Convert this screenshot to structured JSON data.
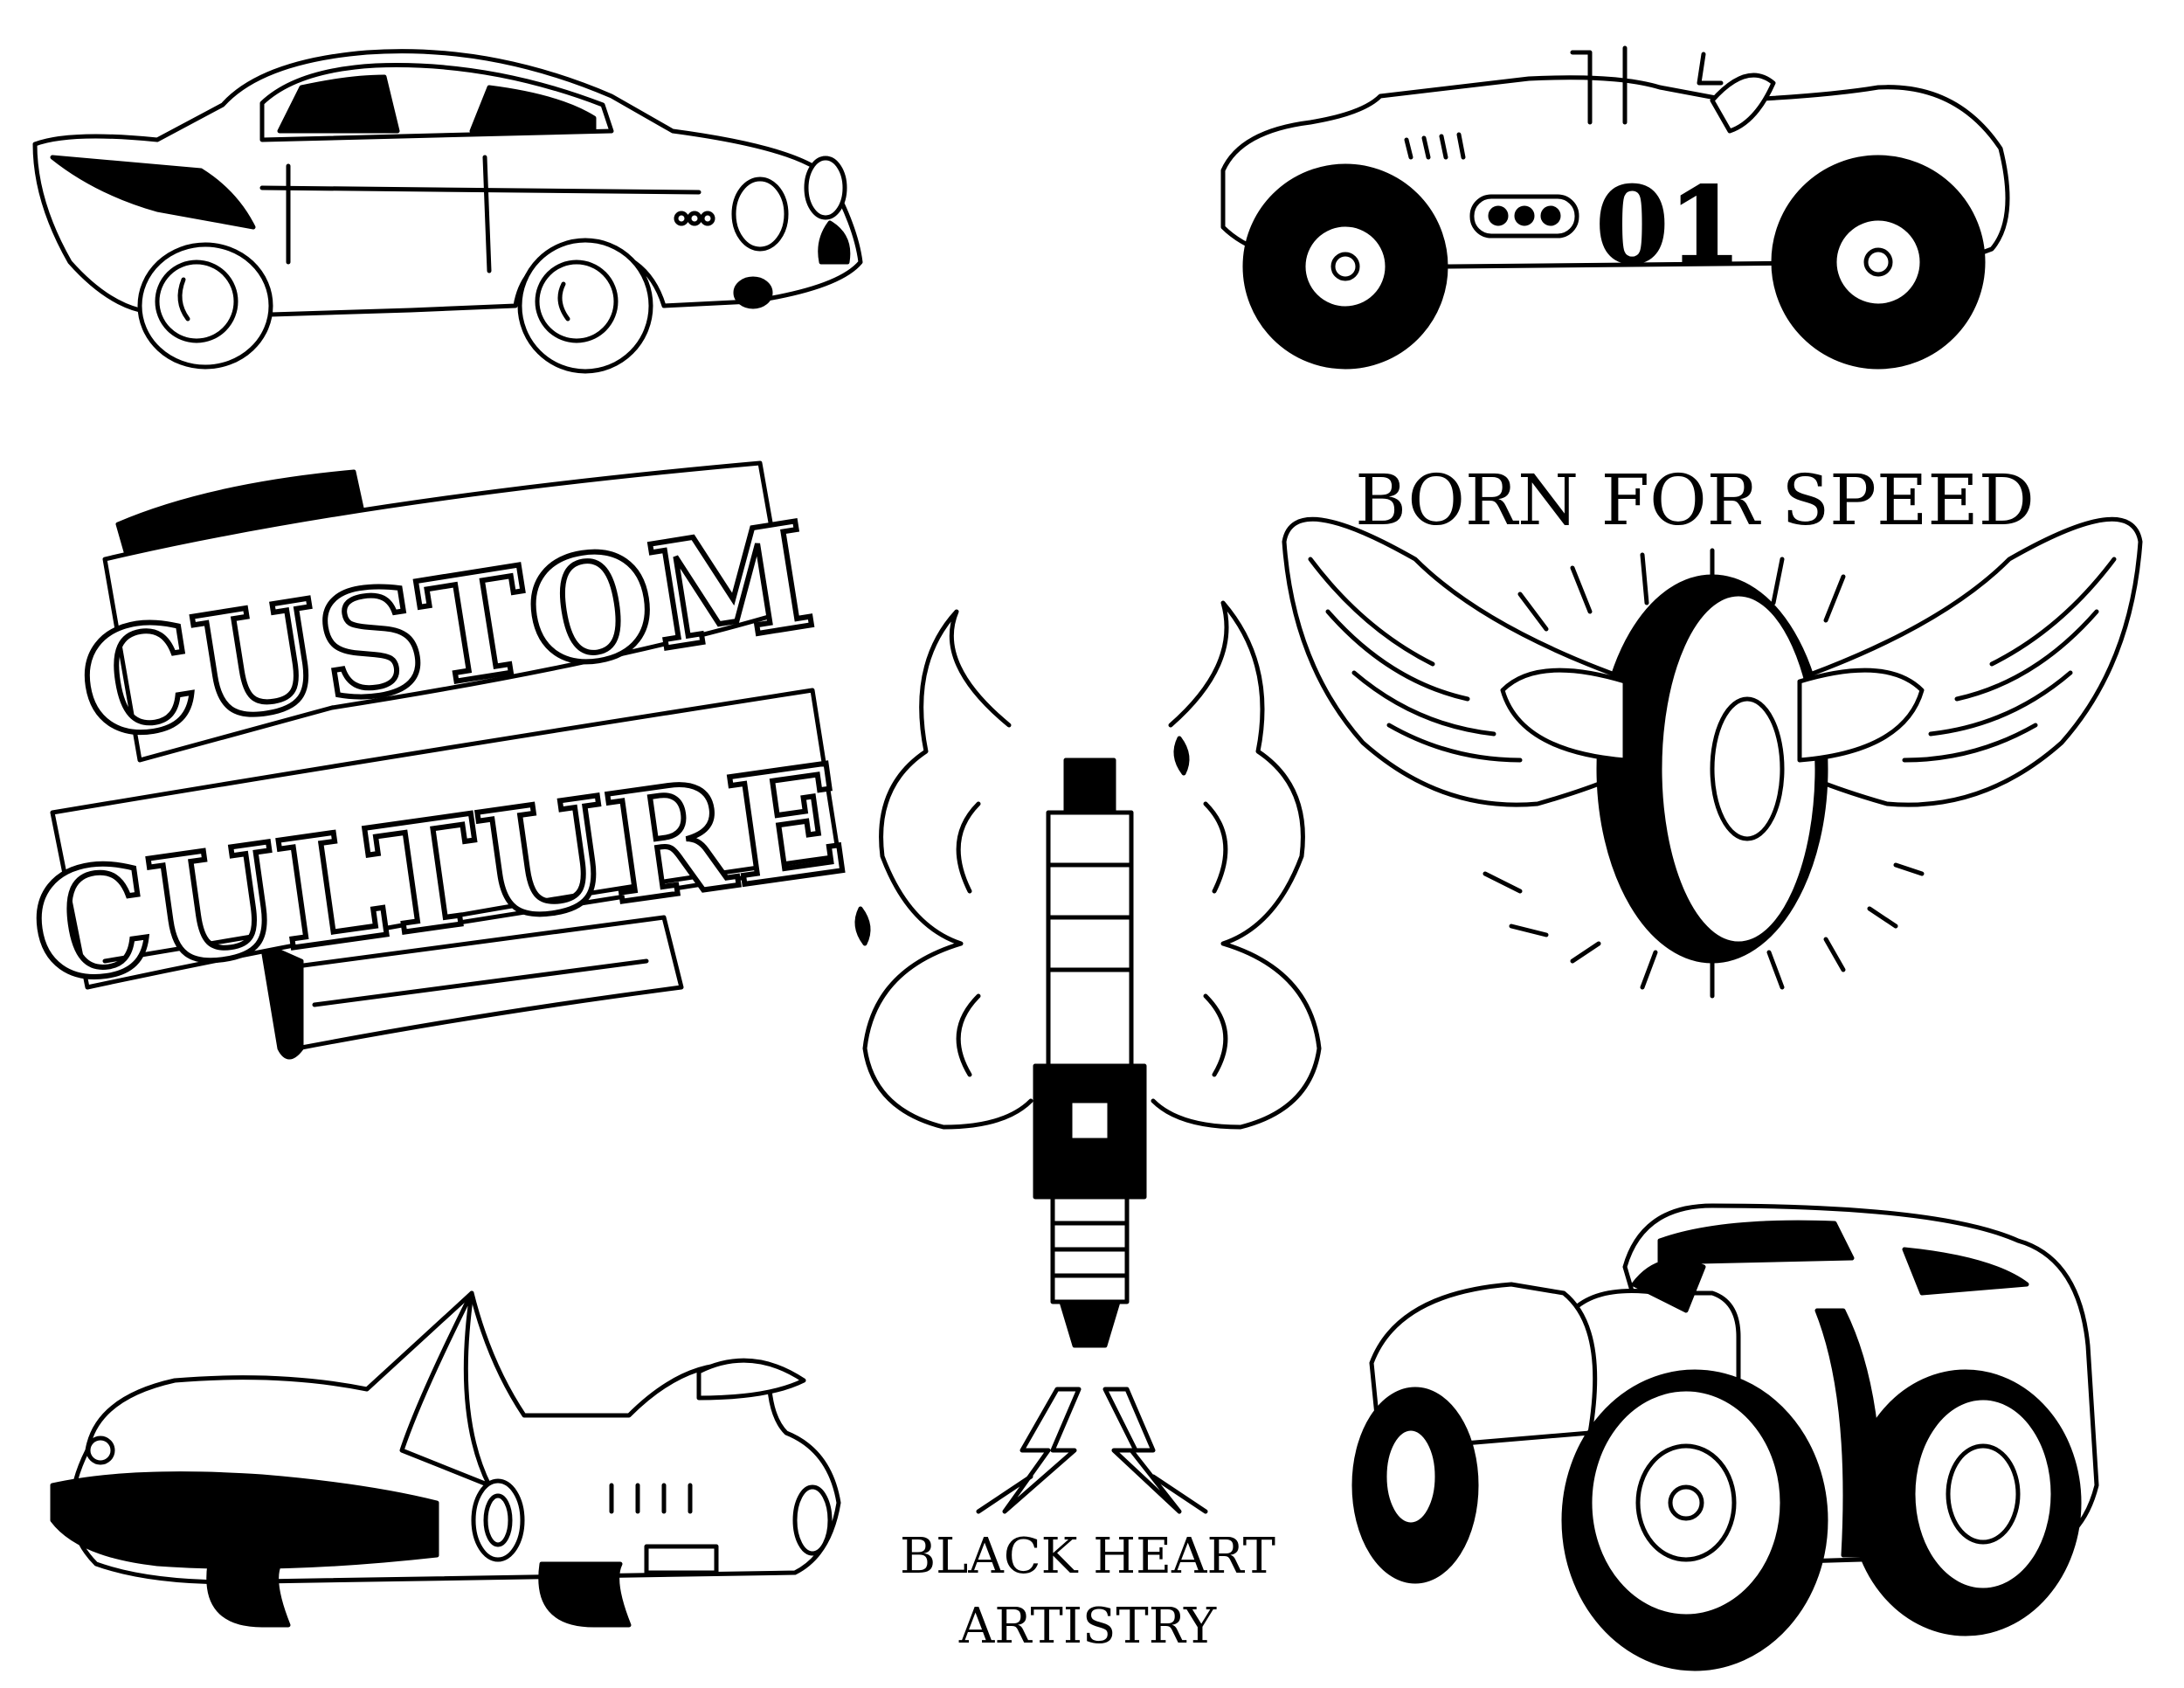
{
  "flash": {
    "banner_line1": "CUSTOM",
    "banner_line2": "CULTURE",
    "wheel_slogan": "BORN FOR SPEED",
    "race_car_number": "01",
    "signature_line1": "BLACK HEART",
    "signature_line2": "ARTISTRY"
  },
  "colors": {
    "ink": "#000000",
    "paper": "#ffffff"
  }
}
